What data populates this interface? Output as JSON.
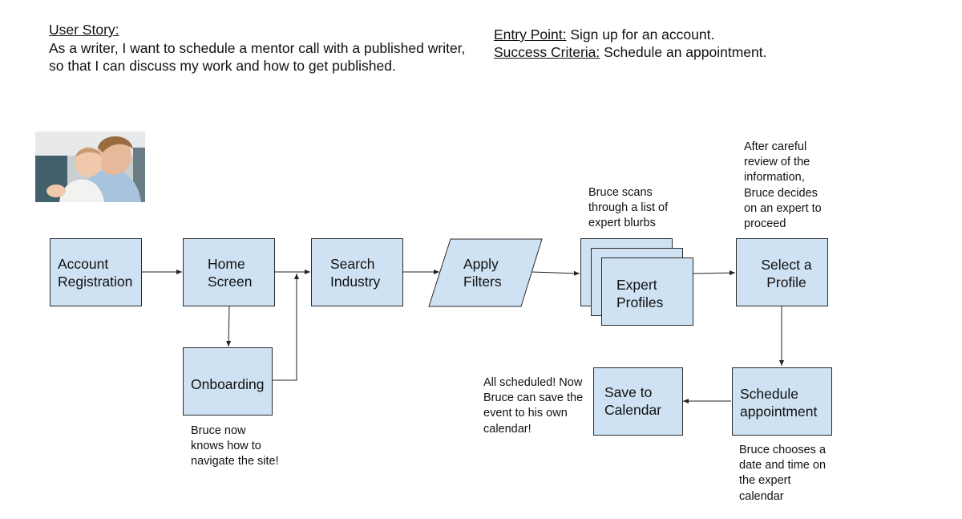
{
  "story": {
    "label": "User Story:",
    "text": "As a writer, I want to schedule a mentor call with a published writer, so that I can discuss my work and how to get published."
  },
  "entry": {
    "entry_label": "Entry Point:",
    "entry_text": " Sign up for an account.",
    "success_label": "Success Criteria:",
    "success_text": " Schedule an appointment."
  },
  "colors": {
    "box_fill": "#cfe2f3",
    "box_stroke": "#2b2b2b",
    "arrow": "#222222"
  },
  "nodes": {
    "account_registration": "Account Registration",
    "home_screen": "Home Screen",
    "search_industry": "Search Industry",
    "apply_filters": "Apply Filters",
    "expert_profiles": "Expert Profiles",
    "select_profile": "Select a Profile",
    "onboarding": "Onboarding",
    "save_calendar": "Save to Calendar",
    "schedule_appointment": "Schedule appointment"
  },
  "notes": {
    "onboarding": "Bruce now knows how to navigate the site!",
    "expert_scan": "Bruce scans through a list of expert blurbs",
    "select_decision": "After careful review of the information, Bruce decides on an expert to proceed",
    "scheduled": "All scheduled! Now Bruce can save the event to his own calendar!",
    "schedule_choice": "Bruce chooses a date and time on the expert calendar"
  }
}
